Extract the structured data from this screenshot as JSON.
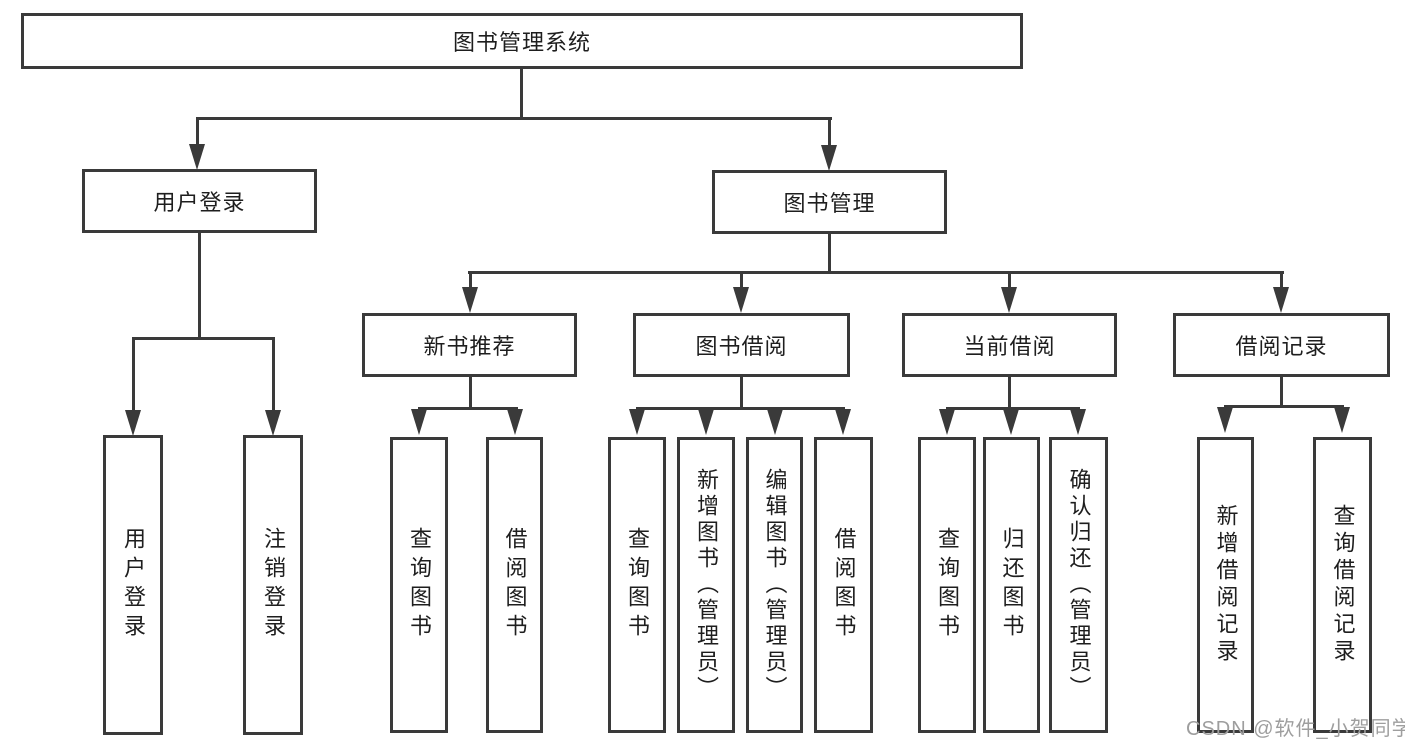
{
  "diagram": {
    "root": {
      "label": "图书管理系统"
    },
    "branches": [
      {
        "label": "用户登录",
        "children": [
          {
            "label": "用户登录"
          },
          {
            "label": "注销登录"
          }
        ]
      },
      {
        "label": "图书管理",
        "children": [
          {
            "label": "新书推荐",
            "children": [
              {
                "label": "查询图书"
              },
              {
                "label": "借阅图书"
              }
            ]
          },
          {
            "label": "图书借阅",
            "children": [
              {
                "label": "查询图书"
              },
              {
                "label": "新增图书（管理员）"
              },
              {
                "label": "编辑图书（管理员）"
              },
              {
                "label": "借阅图书"
              }
            ]
          },
          {
            "label": "当前借阅",
            "children": [
              {
                "label": "查询图书"
              },
              {
                "label": "归还图书"
              },
              {
                "label": "确认归还（管理员）"
              }
            ]
          },
          {
            "label": "借阅记录",
            "children": [
              {
                "label": "新增借阅记录"
              },
              {
                "label": "查询借阅记录"
              }
            ]
          }
        ]
      }
    ],
    "watermark": "CSDN @软件_小贺同学",
    "colors": {
      "line": "#3a3a3a",
      "text": "#1e1e1e",
      "watermark": "#9e9e9e"
    }
  }
}
